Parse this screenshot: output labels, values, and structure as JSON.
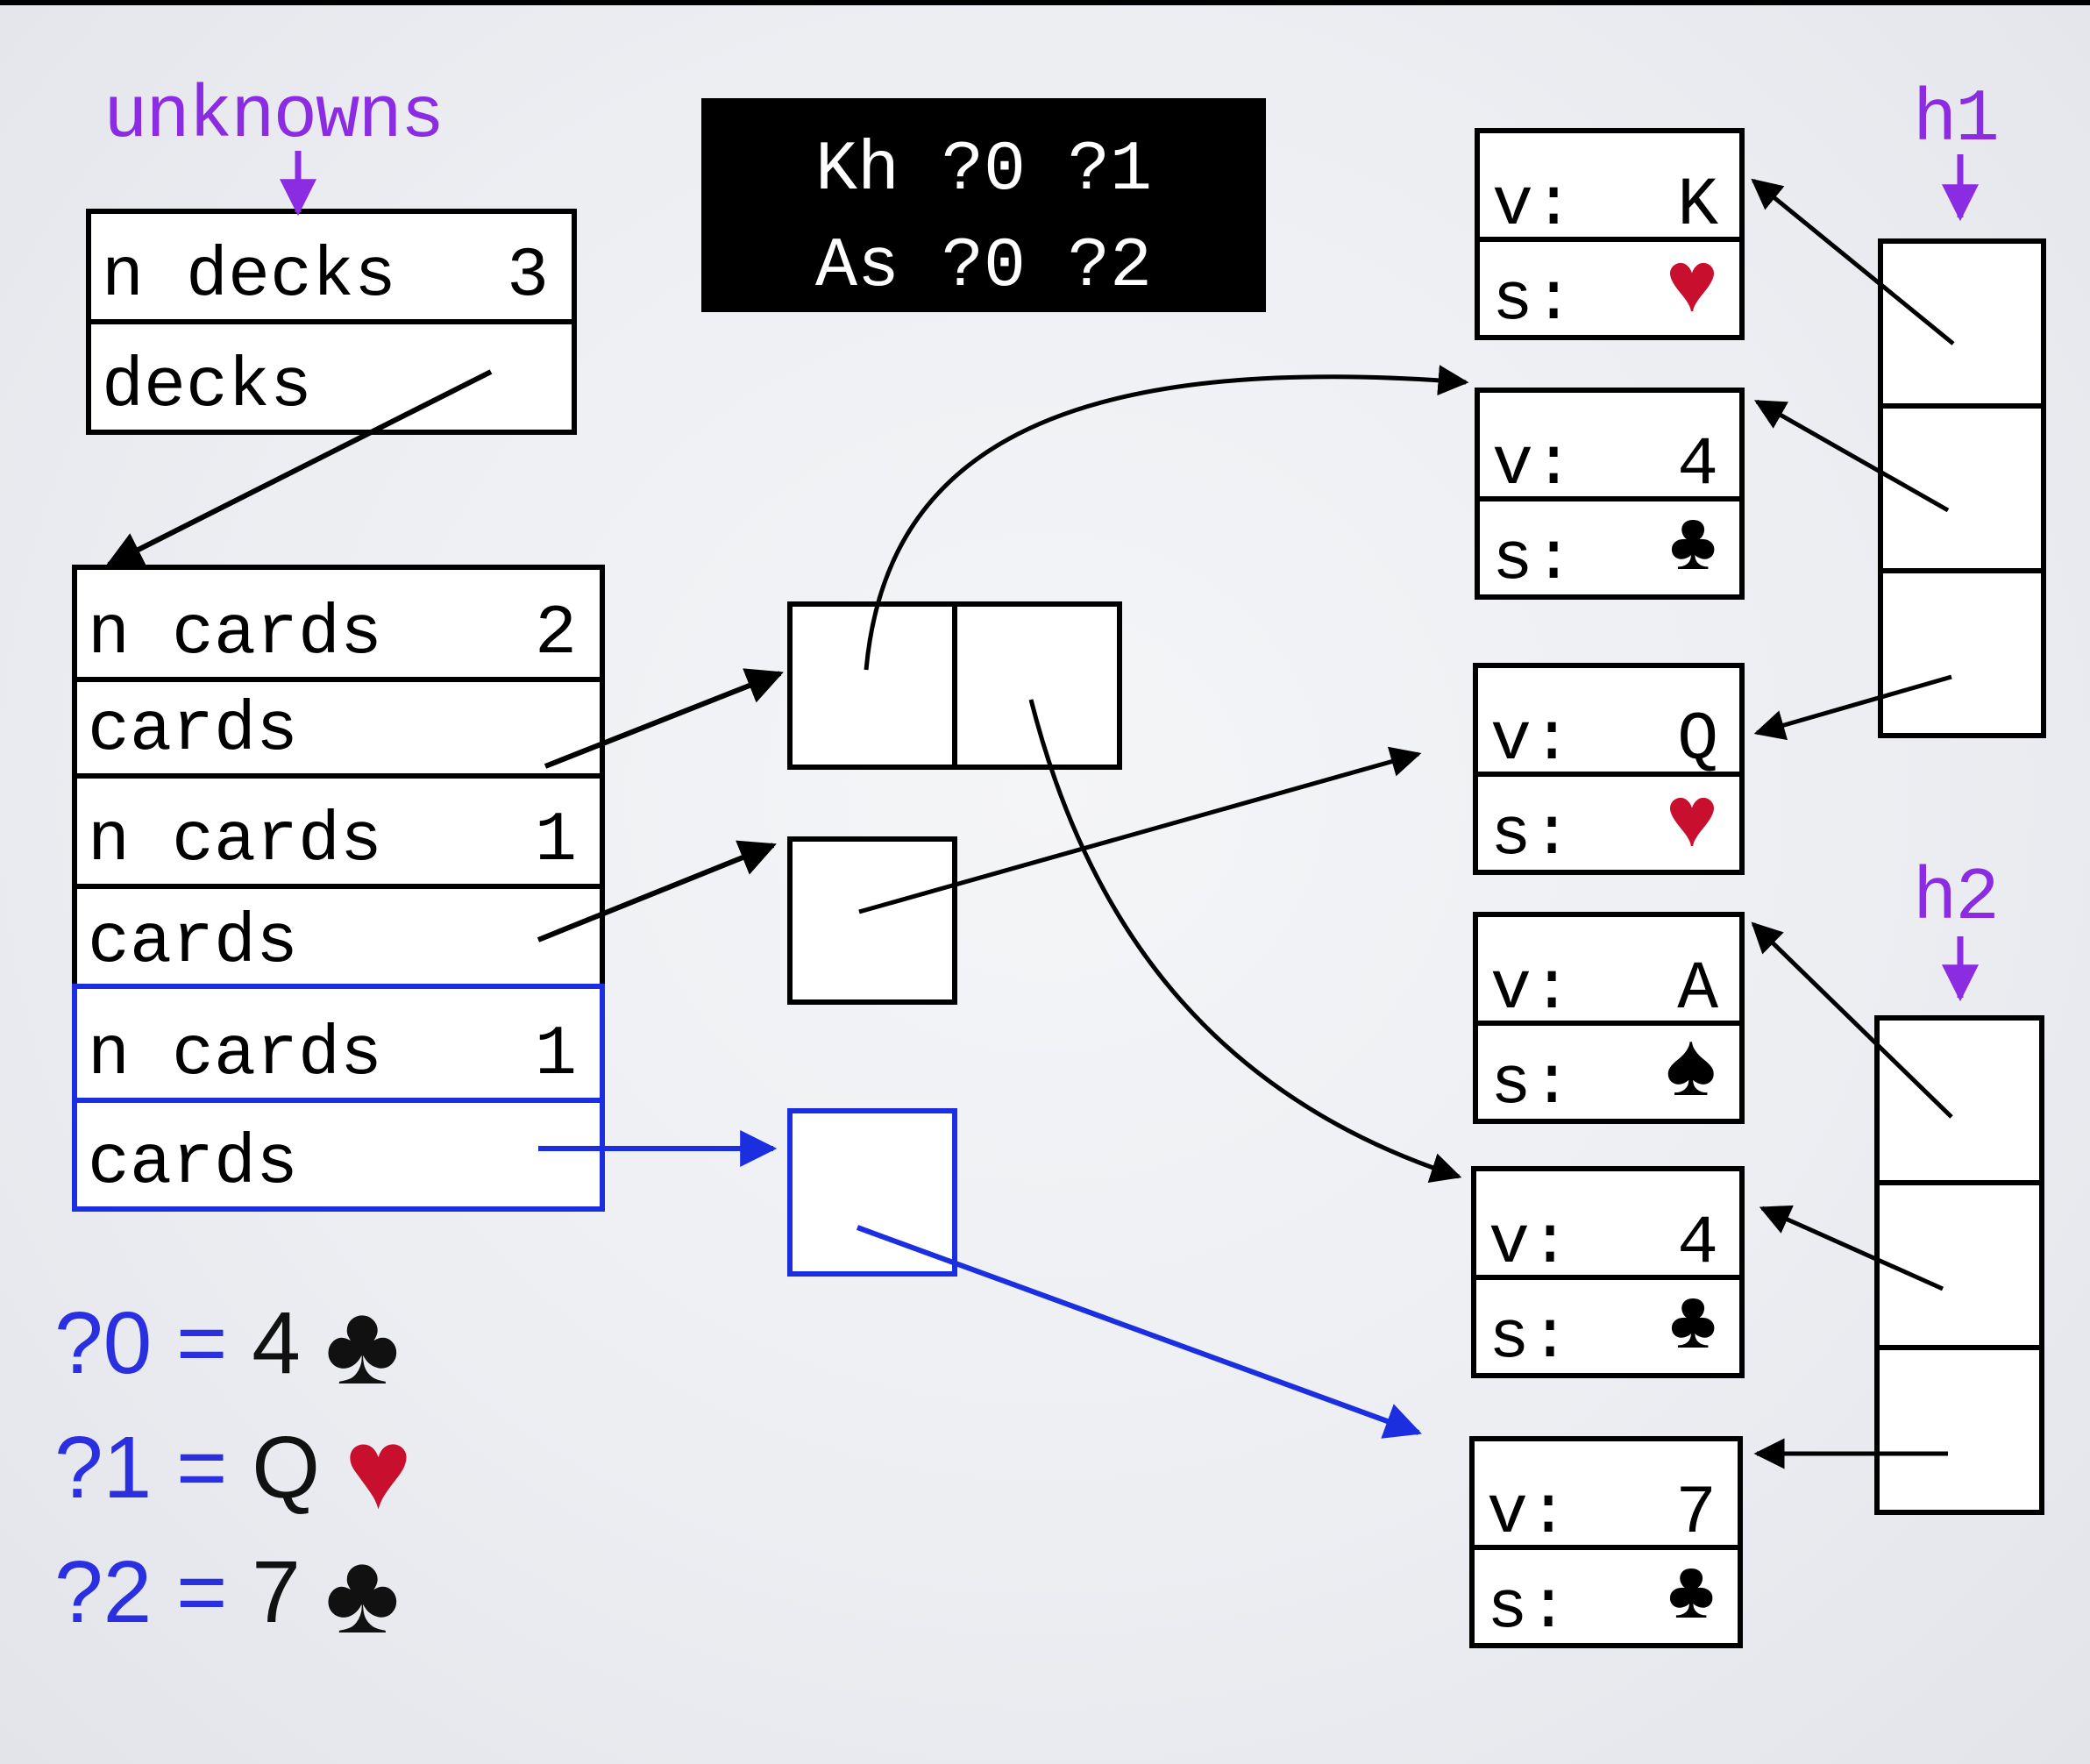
{
  "labels": {
    "unknowns": "unknowns",
    "h1": "h1",
    "h2": "h2"
  },
  "unknowns_struct": {
    "n_decks_label": "n decks",
    "n_decks_value": "3",
    "decks_label": "decks"
  },
  "decks": [
    {
      "n_cards_label": "n cards",
      "n_cards_value": "2",
      "cards_label": "cards"
    },
    {
      "n_cards_label": "n cards",
      "n_cards_value": "1",
      "cards_label": "cards"
    },
    {
      "n_cards_label": "n cards",
      "n_cards_value": "1",
      "cards_label": "cards"
    }
  ],
  "hands_code": {
    "line1": "Kh ?0 ?1",
    "line2": "As ?0 ?2"
  },
  "cards": [
    {
      "v_label": "v:",
      "value": "K",
      "s_label": "s:",
      "suit": "♥",
      "suit_icon": "heart-icon"
    },
    {
      "v_label": "v:",
      "value": "4",
      "s_label": "s:",
      "suit": "♣",
      "suit_icon": "club-icon"
    },
    {
      "v_label": "v:",
      "value": "Q",
      "s_label": "s:",
      "suit": "♥",
      "suit_icon": "heart-icon"
    },
    {
      "v_label": "v:",
      "value": "A",
      "s_label": "s:",
      "suit": "♠",
      "suit_icon": "spade-icon"
    },
    {
      "v_label": "v:",
      "value": "4",
      "s_label": "s:",
      "suit": "♣",
      "suit_icon": "club-icon"
    },
    {
      "v_label": "v:",
      "value": "7",
      "s_label": "s:",
      "suit": "♣",
      "suit_icon": "club-icon"
    }
  ],
  "legend": [
    {
      "name": "?0",
      "eq": "=",
      "rank": "4",
      "suit": "♣"
    },
    {
      "name": "?1",
      "eq": "=",
      "rank": "Q",
      "suit": "♥"
    },
    {
      "name": "?2",
      "eq": "=",
      "rank": "7",
      "suit": "♣"
    }
  ],
  "colors": {
    "label_purple": "#8b2be2",
    "highlight_blue": "#1b2fe0",
    "heart_red": "#c8102e",
    "code_bg": "#000000"
  }
}
